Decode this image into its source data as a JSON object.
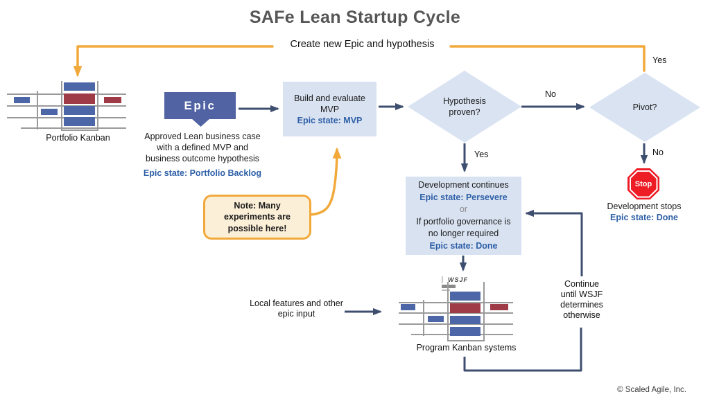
{
  "header": {
    "title": "SAFe Lean Startup Cycle",
    "loop_label": "Create new Epic and hypothesis"
  },
  "portfolio_kanban": {
    "label": "Portfolio Kanban"
  },
  "epic": {
    "label": "Epic",
    "desc1": "Approved Lean business case",
    "desc2": "with a defined MVP and",
    "desc3": "business outcome hypothesis",
    "state": "Epic state: Portfolio Backlog"
  },
  "build_box": {
    "line1": "Build and evaluate",
    "line2": "MVP",
    "state": "Epic state: MVP"
  },
  "hypothesis_diamond": {
    "line1": "Hypothesis",
    "line2": "proven?"
  },
  "pivot_diamond": {
    "label": "Pivot?"
  },
  "flow_labels": {
    "hyp_no": "No",
    "hyp_yes": "Yes",
    "pivot_yes": "Yes",
    "pivot_no": "No"
  },
  "stop": {
    "label": "Stop",
    "caption": "Development stops",
    "state": "Epic state: Done"
  },
  "development_box": {
    "line1": "Development continues",
    "state1": "Epic state: Persevere",
    "or": "or",
    "line2": "If portfolio governance is",
    "line3": "no longer required",
    "state2": "Epic state: Done"
  },
  "note": {
    "line1": "Note: Many",
    "line2": "experiments are",
    "line3": "possible here!"
  },
  "local_input": {
    "line1": "Local features and other",
    "line2": "epic input"
  },
  "program_kanban": {
    "wsjf_label": "WSJF",
    "label": "Program Kanban systems"
  },
  "continue_note": {
    "line1": "Continue",
    "line2": "until WSJF",
    "line3": "determines",
    "line4": "otherwise"
  },
  "footer": {
    "copyright": "© Scaled Agile, Inc."
  },
  "colors": {
    "orange": "#F2A93B",
    "dark_arrow": "#3E4E6F",
    "light_blue_box": "#D9E2F1",
    "epic_blue": "#5163A3",
    "state_text_blue": "#2D5FA6",
    "kanban_blue": "#4C66A8",
    "kanban_red": "#9E3B47",
    "stop_red": "#EE1C25",
    "note_fill": "#FCEFD8",
    "title_gray": "#565656"
  }
}
